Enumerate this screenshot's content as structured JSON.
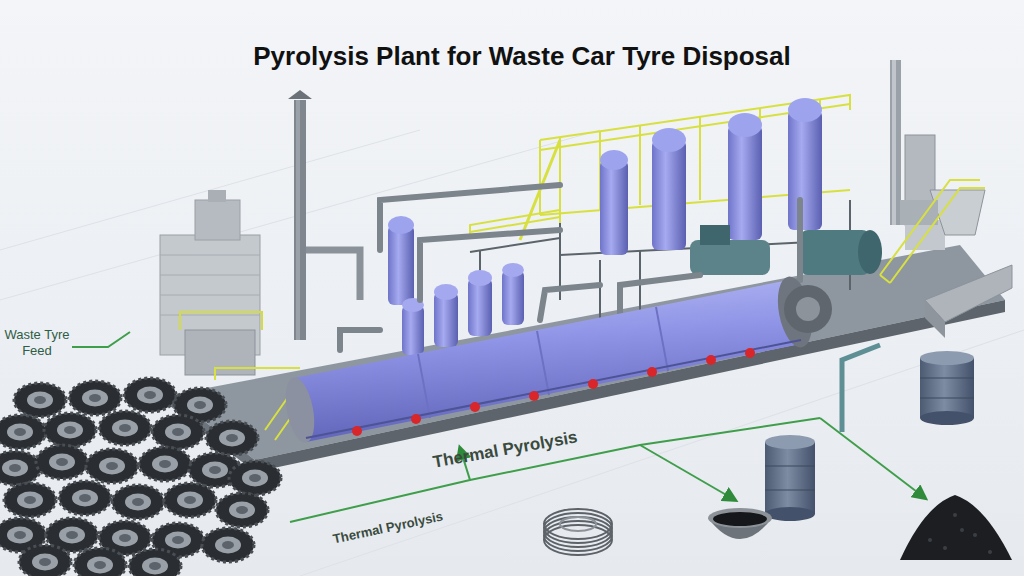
{
  "diagram": {
    "title": "Pyrolysis Plant for Waste Car Tyre Disposal",
    "labels": [
      "Waste Tyre Feed",
      "Thermal Pyrolysis",
      "Thermal Pyrolysis"
    ]
  }
}
